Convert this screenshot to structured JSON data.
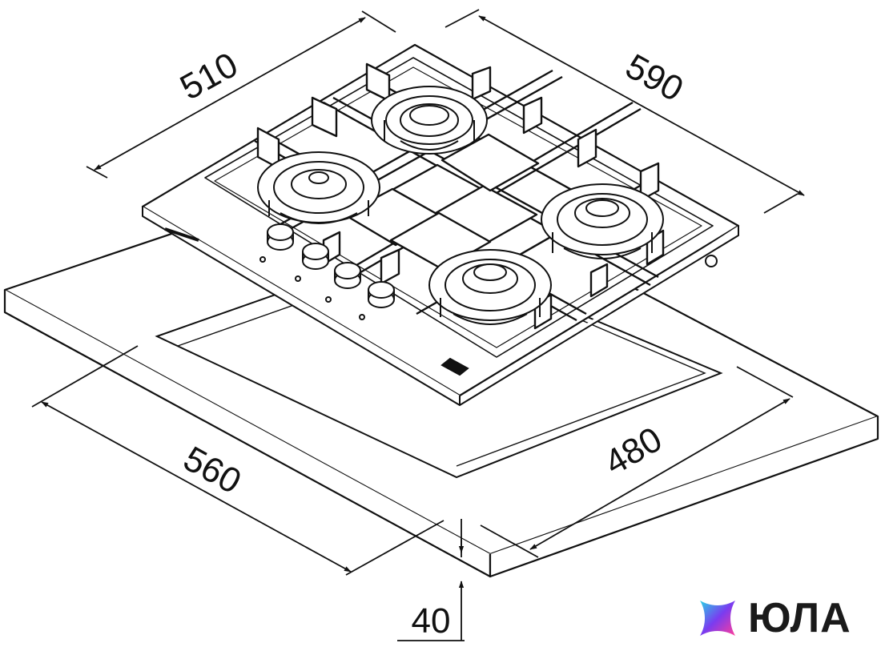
{
  "dimensions": {
    "hob_depth": "510",
    "hob_width": "590",
    "cutout_width": "560",
    "cutout_depth": "480",
    "worktop_thickness": "40"
  },
  "brand": {
    "wordmark": "ЮЛА",
    "colors": {
      "violet": "#7a3cf0",
      "cyan": "#27d3e6",
      "pink": "#ff3d9a"
    }
  },
  "line_color": "#111111"
}
